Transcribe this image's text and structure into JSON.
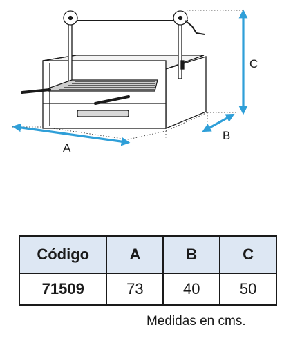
{
  "dimensions": {
    "a_label": "A",
    "b_label": "B",
    "c_label": "C"
  },
  "colors": {
    "arrow": "#2f9fd8",
    "table_header_bg": "#dde7f3",
    "line": "#1a1a1a"
  },
  "table": {
    "headers": [
      "Código",
      "A",
      "B",
      "C"
    ],
    "rows": [
      [
        "71509",
        "73",
        "40",
        "50"
      ]
    ]
  },
  "footnote": "Medidas en cms."
}
